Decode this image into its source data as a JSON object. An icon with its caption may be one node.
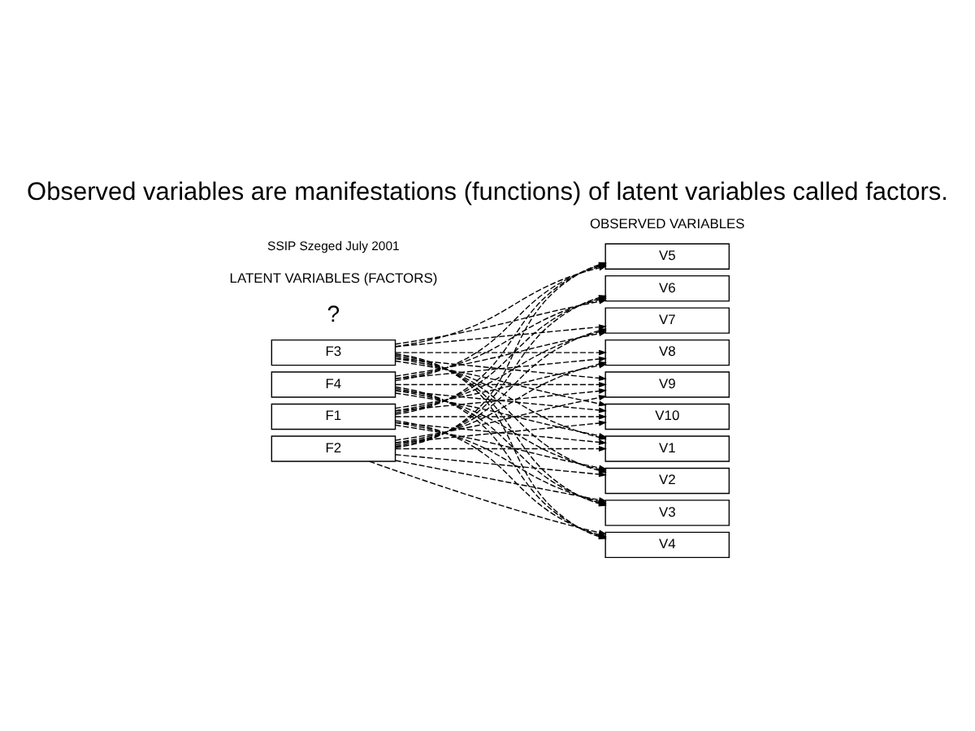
{
  "diagram": {
    "title": "Observed variables are manifestations (functions) of latent variables called factors.",
    "nodes": [
      {
        "text": [
          "F1"
        ]
      },
      {
        "text": [
          "F2"
        ]
      },
      {
        "text": [
          "F3"
        ]
      },
      {
        "text": [
          "F4"
        ]
      },
      {
        "text": [
          "V1"
        ]
      },
      {
        "text": [
          "V2"
        ]
      },
      {
        "text": [
          "V3"
        ]
      },
      {
        "text": [
          "V4"
        ]
      },
      {
        "text": [
          "V5"
        ]
      },
      {
        "text": [
          "V6"
        ]
      },
      {
        "text": [
          "V7"
        ]
      },
      {
        "text": [
          "V8"
        ]
      },
      {
        "text": [
          "V9"
        ]
      },
      {
        "text": [
          "V10"
        ]
      }
    ],
    "edges": [
      {
        "from": 0,
        "to": 4,
        "arrow": "to",
        "style": "dashed"
      },
      {
        "from": 0,
        "to": 5,
        "arrow": "to",
        "style": "dashed"
      },
      {
        "from": 0,
        "to": 6,
        "arrow": "to",
        "style": "dashed"
      },
      {
        "from": 0,
        "to": 7,
        "arrow": "to",
        "style": "dashed"
      },
      {
        "from": 0,
        "to": 8,
        "arrow": "to",
        "style": "dashed"
      },
      {
        "from": 0,
        "to": 9,
        "arrow": "to",
        "style": "dashed"
      },
      {
        "from": 0,
        "to": 10,
        "arrow": "to",
        "style": "dashed"
      },
      {
        "from": 0,
        "to": 11,
        "arrow": "to",
        "style": "dashed"
      },
      {
        "from": 0,
        "to": 12,
        "arrow": "to",
        "style": "dashed"
      },
      {
        "from": 0,
        "to": 13,
        "arrow": "to",
        "style": "dashed"
      },
      {
        "from": 1,
        "to": 4,
        "arrow": "to",
        "style": "dashed"
      },
      {
        "from": 1,
        "to": 5,
        "arrow": "to",
        "style": "dashed"
      },
      {
        "from": 1,
        "to": 6,
        "arrow": "to",
        "style": "dashed"
      },
      {
        "from": 1,
        "to": 7,
        "arrow": "to",
        "style": "dashed"
      },
      {
        "from": 1,
        "to": 8,
        "arrow": "to",
        "style": "dashed"
      },
      {
        "from": 1,
        "to": 9,
        "arrow": "to",
        "style": "dashed"
      },
      {
        "from": 1,
        "to": 10,
        "arrow": "to",
        "style": "dashed"
      },
      {
        "from": 1,
        "to": 11,
        "arrow": "to",
        "style": "dashed"
      },
      {
        "from": 1,
        "to": 12,
        "arrow": "to",
        "style": "dashed"
      },
      {
        "from": 1,
        "to": 13,
        "arrow": "to",
        "style": "dashed"
      },
      {
        "from": 2,
        "to": 4,
        "arrow": "to",
        "style": "dashed"
      },
      {
        "from": 2,
        "to": 5,
        "arrow": "to",
        "style": "dashed"
      },
      {
        "from": 2,
        "to": 6,
        "arrow": "to",
        "style": "dashed"
      },
      {
        "from": 2,
        "to": 7,
        "arrow": "to",
        "style": "dashed"
      },
      {
        "from": 2,
        "to": 8,
        "arrow": "to",
        "style": "dashed"
      },
      {
        "from": 2,
        "to": 9,
        "arrow": "to",
        "style": "dashed"
      },
      {
        "from": 2,
        "to": 10,
        "arrow": "to",
        "style": "dashed"
      },
      {
        "from": 2,
        "to": 11,
        "arrow": "to",
        "style": "dashed"
      },
      {
        "from": 2,
        "to": 12,
        "arrow": "to",
        "style": "dashed"
      },
      {
        "from": 2,
        "to": 13,
        "arrow": "to",
        "style": "dashed"
      },
      {
        "from": 3,
        "to": 4,
        "arrow": "to",
        "style": "dashed"
      },
      {
        "from": 3,
        "to": 5,
        "arrow": "to",
        "style": "dashed"
      },
      {
        "from": 3,
        "to": 6,
        "arrow": "to",
        "style": "dashed"
      },
      {
        "from": 3,
        "to": 7,
        "arrow": "to",
        "style": "dashed"
      },
      {
        "from": 3,
        "to": 8,
        "arrow": "to",
        "style": "dashed"
      },
      {
        "from": 3,
        "to": 9,
        "arrow": "to",
        "style": "dashed"
      },
      {
        "from": 3,
        "to": 10,
        "arrow": "to",
        "style": "dashed"
      },
      {
        "from": 3,
        "to": 11,
        "arrow": "to",
        "style": "dashed"
      },
      {
        "from": 3,
        "to": 12,
        "arrow": "to",
        "style": "dashed"
      },
      {
        "from": 3,
        "to": 13,
        "arrow": "to",
        "style": "dashed"
      }
    ],
    "labels": [
      "?",
      "LATENT VARIABLES (FACTORS)",
      "OBSERVED VARIABLES",
      "SSIP Szeged July 2001"
    ]
  }
}
